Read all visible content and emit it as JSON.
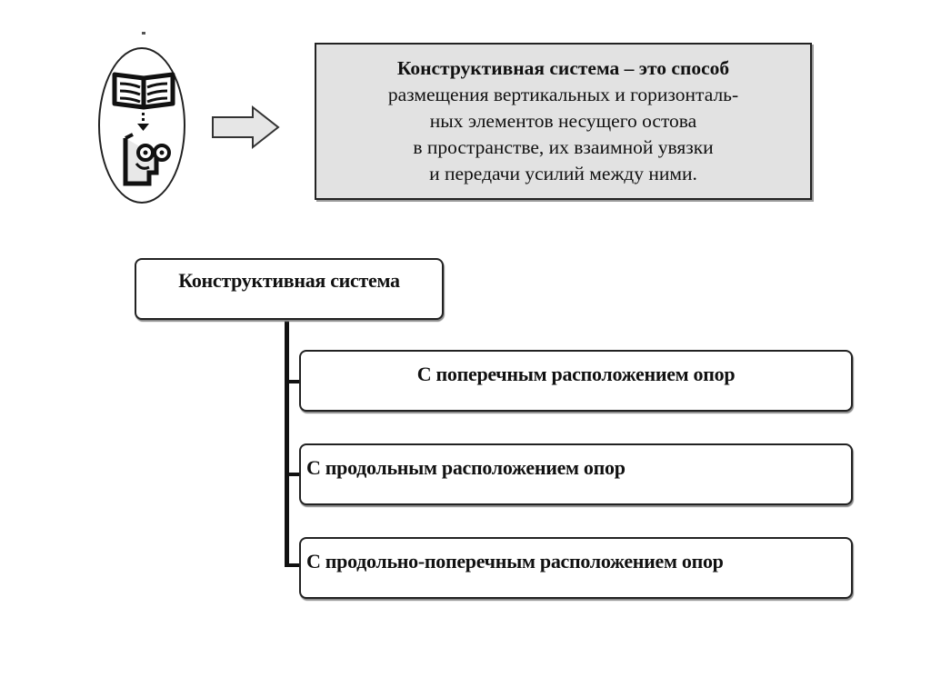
{
  "definition": {
    "term": "Конструктивная система",
    "dash": " – ",
    "lines": [
      "это способ",
      "размещения вертикальных и горизонталь-",
      "ных элементов несущего остова",
      "в пространстве, их взаимной увязки",
      "и передачи усилий между ними."
    ]
  },
  "icons": {
    "left_group": [
      "open-book-icon",
      "reader-character-icon"
    ],
    "arrow": "right-arrow-icon"
  },
  "tree": {
    "root": "Конструктивная система",
    "children": [
      "С поперечным расположением опор",
      "С продольным расположением опор",
      "С продольно-поперечным расположением опор"
    ]
  },
  "colors": {
    "definition_background": "#e2e2e2",
    "stroke": "#222222"
  }
}
